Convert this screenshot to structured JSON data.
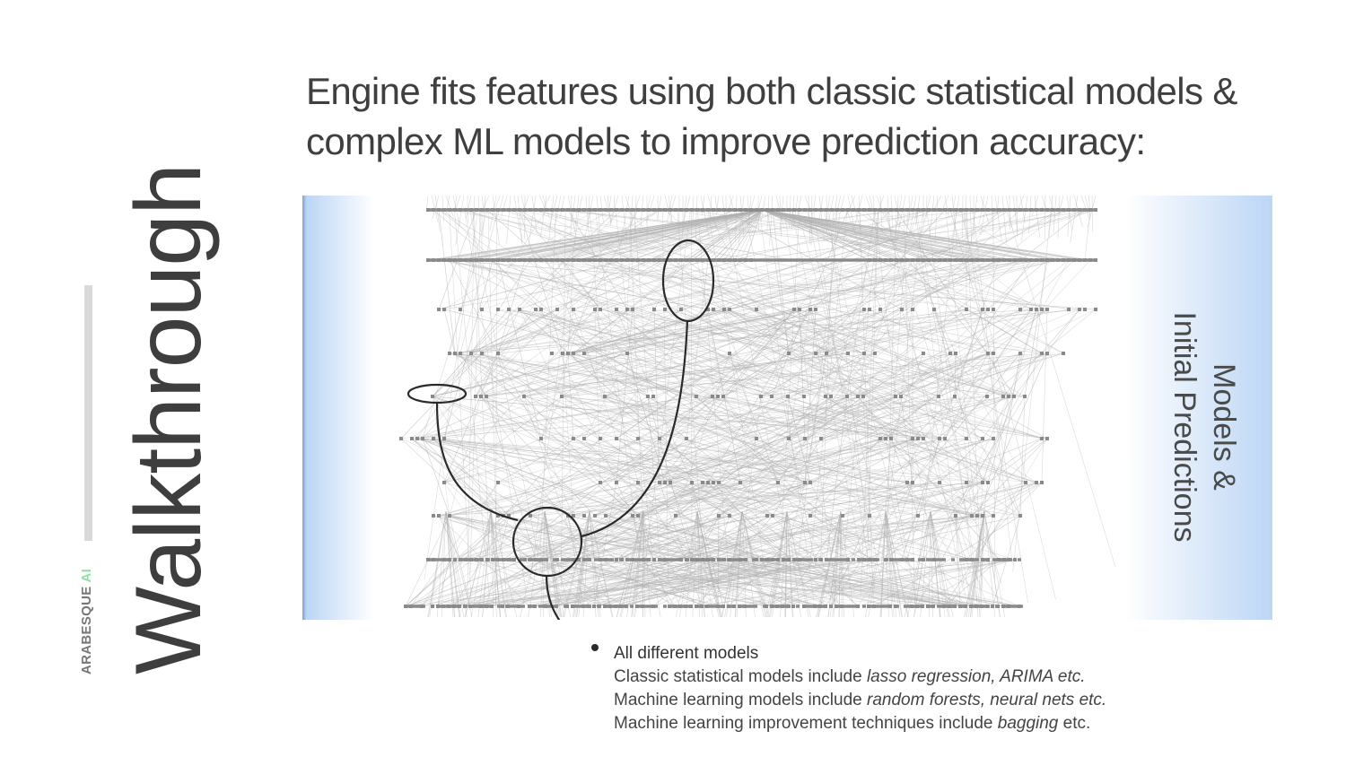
{
  "brand": {
    "name": "ARABESQUE",
    "suffix": "AI"
  },
  "section_title": "Walkthrough",
  "heading": {
    "line1": "Engine fits features using both classic statistical models &",
    "line2": "complex ML models to improve prediction accuracy:"
  },
  "side_label": {
    "line1": "Models &",
    "line2": "Initial Predictions"
  },
  "caption": {
    "title": "All different models",
    "lines": [
      {
        "prefix": "Classic statistical models include ",
        "italic": "lasso regression, ARIMA etc.",
        "suffix": ""
      },
      {
        "prefix": "Machine learning models include ",
        "italic": "random forests, neural nets etc.",
        "suffix": ""
      },
      {
        "prefix": "Machine learning improvement techniques include ",
        "italic": "bagging",
        "suffix": " etc."
      }
    ]
  },
  "colors": {
    "panel_blue": "#bcd6f5",
    "panel_edge": "#7ea3d6",
    "node_grey": "#8a8a8a",
    "edge_grey": "#b0b0b0",
    "brand_accent": "#8fe0a8"
  }
}
